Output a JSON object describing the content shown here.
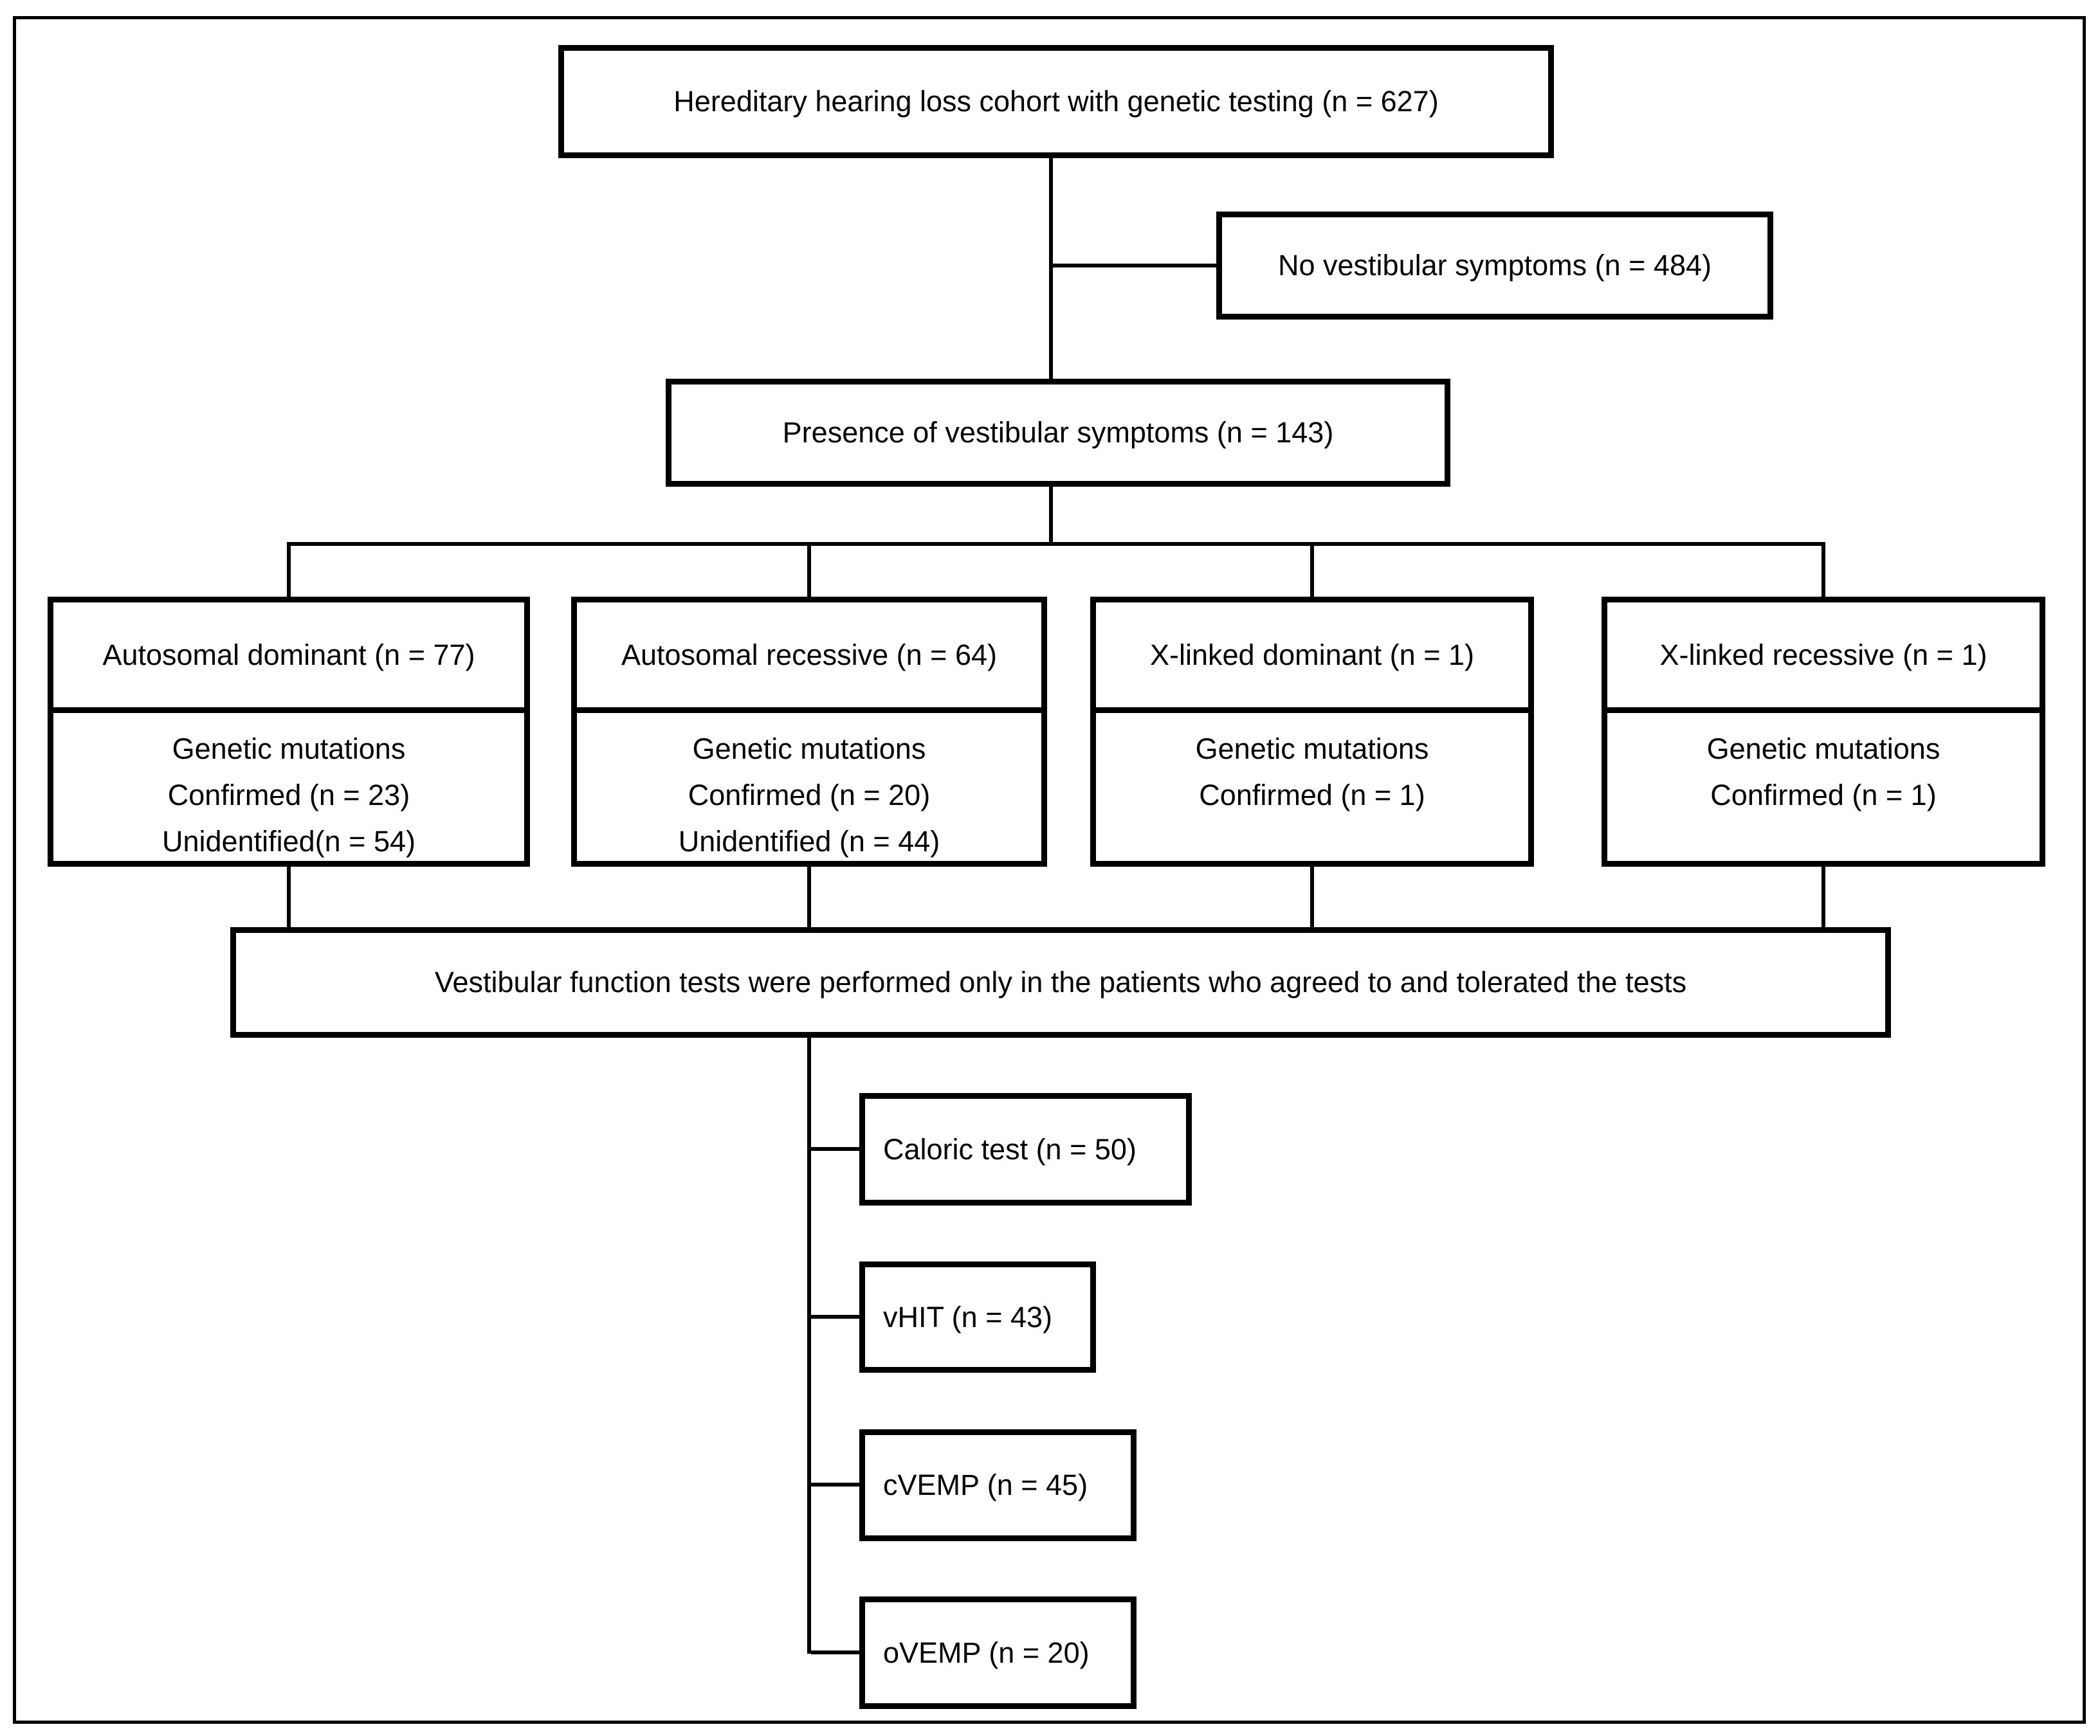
{
  "figure": {
    "background": "#ffffff",
    "line_color": "#000000",
    "text_color": "#000000",
    "nodes": {
      "cohort": "Hereditary hearing loss cohort with genetic testing (n = 627)",
      "no_symptoms": "No vestibular symptoms (n = 484)",
      "presence": "Presence of vestibular symptoms (n = 143)",
      "note": "Vestibular function tests were performed only in the patients who agreed to and tolerated the tests"
    },
    "branches": [
      {
        "title": "Autosomal dominant (n = 77)",
        "lines": [
          "Genetic mutations",
          "Confirmed (n = 23)",
          "Unidentified(n = 54)"
        ]
      },
      {
        "title": "Autosomal recessive (n = 64)",
        "lines": [
          "Genetic mutations",
          "Confirmed (n = 20)",
          "Unidentified (n = 44)"
        ]
      },
      {
        "title": "X-linked dominant (n = 1)",
        "lines": [
          "Genetic mutations",
          "Confirmed (n = 1)"
        ]
      },
      {
        "title": "X-linked recessive (n = 1)",
        "lines": [
          "Genetic mutations",
          "Confirmed (n = 1)"
        ]
      }
    ],
    "tests": [
      {
        "label": "Caloric test (n = 50)"
      },
      {
        "label": "vHIT (n = 43)"
      },
      {
        "label": "cVEMP (n = 45)"
      },
      {
        "label": "oVEMP (n = 20)"
      }
    ]
  }
}
